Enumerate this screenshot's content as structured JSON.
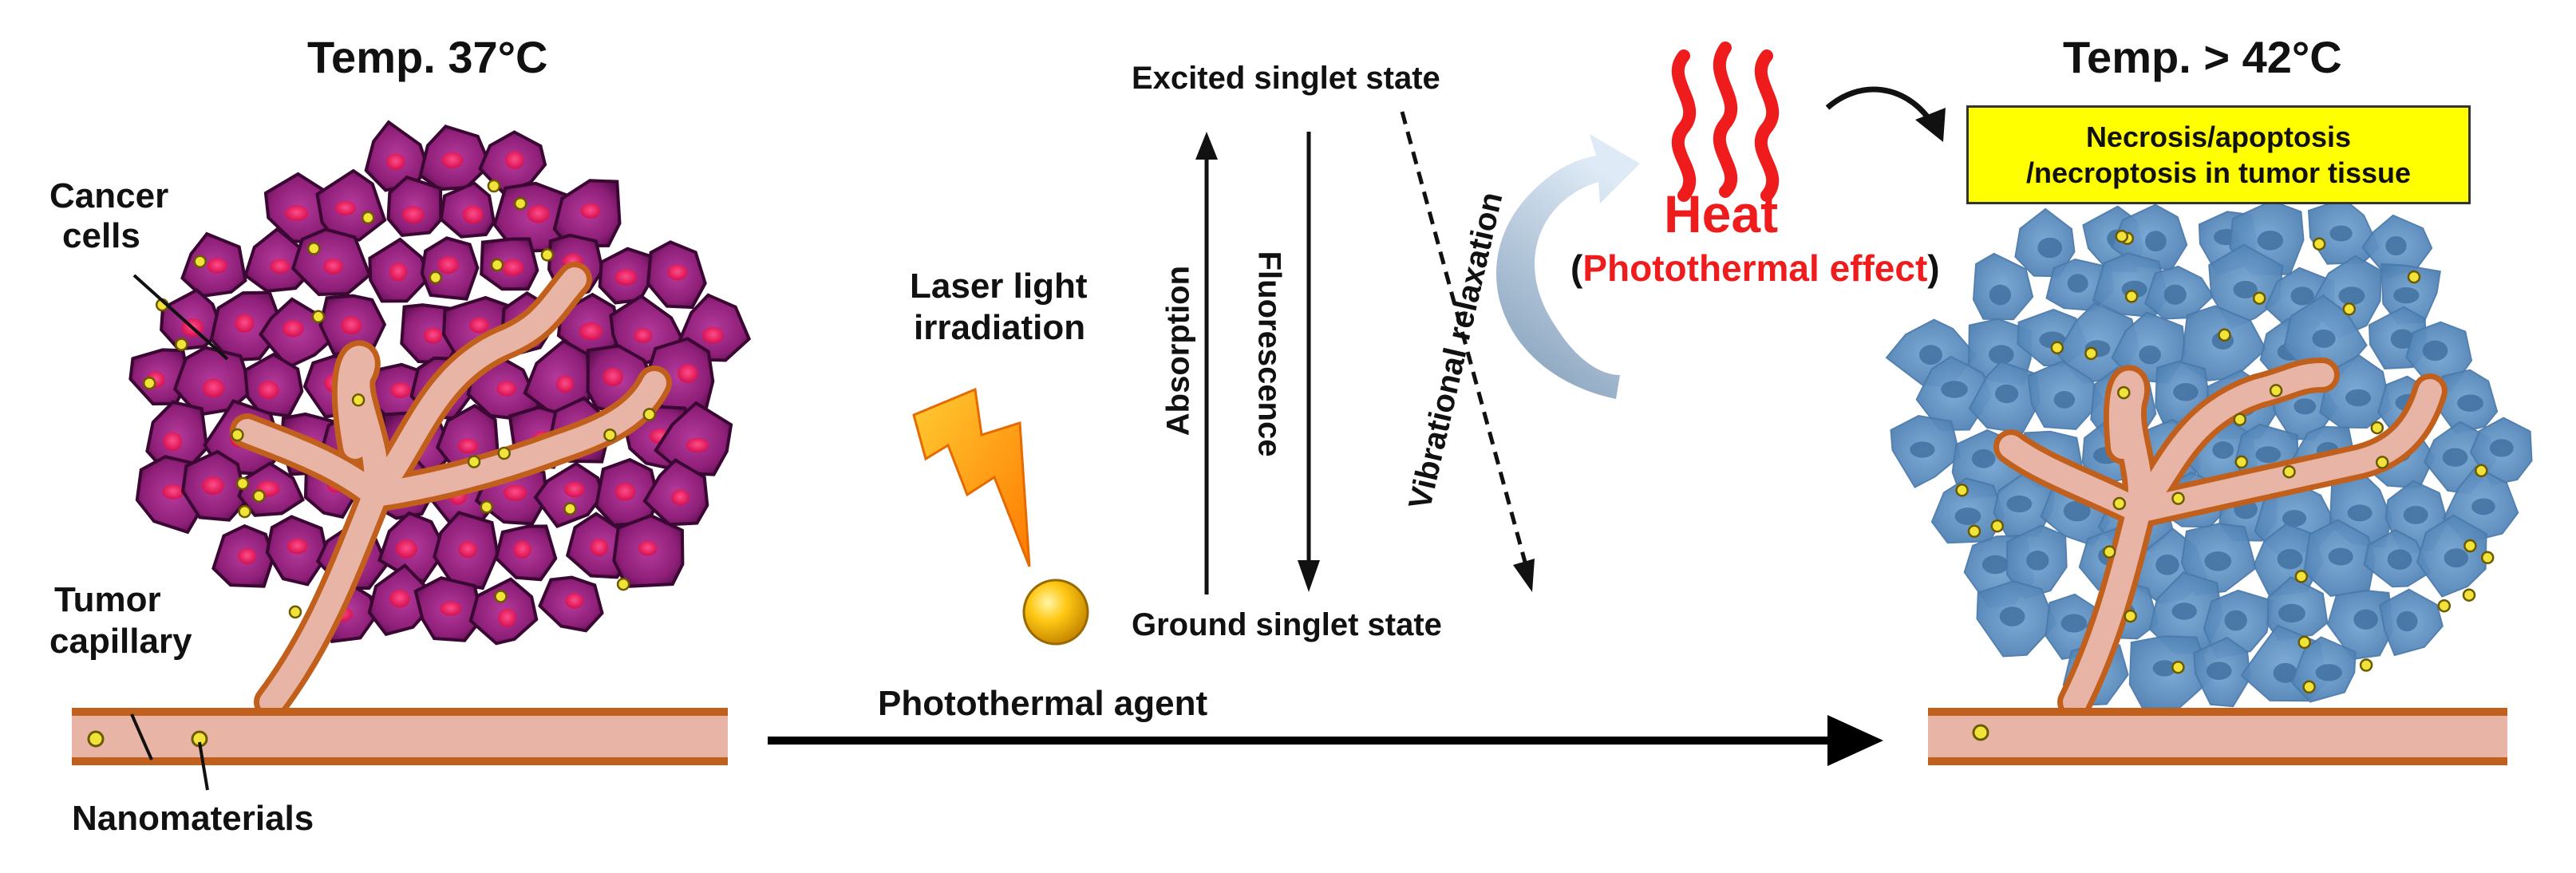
{
  "left_panel": {
    "temperature": "Temp. 37°C",
    "cancer_cells": [
      "Cancer",
      "cells"
    ],
    "tumor_capillary": [
      "Tumor",
      "capillary"
    ],
    "nanomaterials": "Nanomaterials"
  },
  "middle_panel": {
    "laser": [
      "Laser light",
      "irradiation"
    ],
    "excited_state": "Excited singlet state",
    "ground_state": "Ground singlet state",
    "absorption": "Absorption",
    "fluorescence": "Fluorescence",
    "vibrational": "Vibrational relaxation",
    "agent": "Photothermal agent"
  },
  "heat": {
    "title": "Heat",
    "open_paren": "(",
    "effect": "Photothermal effect",
    "close_paren": ")"
  },
  "right_panel": {
    "temperature": "Temp. > 42°C",
    "outcome": [
      "Necrosis/apoptosis",
      "/necroptosis in tumor tissue"
    ]
  },
  "colors": {
    "cell_fill": "#8e1f78",
    "cell_edge": "#3a0833",
    "nucleus": "#e8145a",
    "capillary_fill": "#e7b4a6",
    "capillary_edge": "#c0601c",
    "blue_cell": "#5b8ec0",
    "blue_nucleus": "#3f6e9e",
    "heat_red": "#ee1c1c",
    "label_box": "#ffff00"
  }
}
